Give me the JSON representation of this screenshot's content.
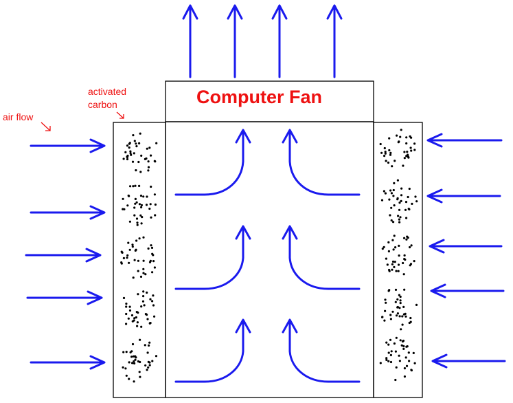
{
  "labels": {
    "fan": "Computer Fan",
    "air_flow": "air flow",
    "activated_carbon_line1": "activated",
    "activated_carbon_line2": "carbon"
  },
  "colors": {
    "arrow": "#1a1aee",
    "label": "#ee1111",
    "outline": "#000000",
    "dots": "#000000"
  },
  "icons": {
    "arrow": "arrow-icon",
    "carbon": "carbon-dots-icon"
  }
}
